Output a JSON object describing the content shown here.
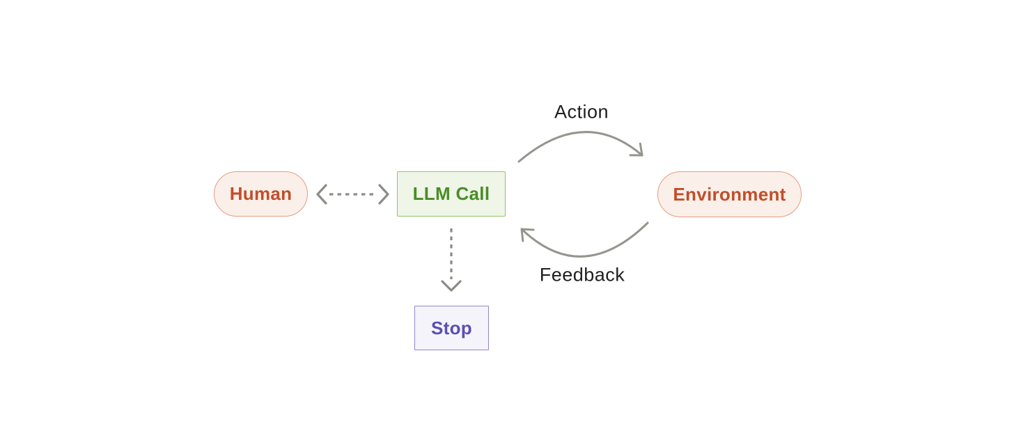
{
  "diagram": {
    "title": "agent loop: LLM call interacting with human and environment",
    "nodes": [
      {
        "id": "human",
        "label": "Human",
        "shape": "pill"
      },
      {
        "id": "llm_call",
        "label": "LLM Call",
        "shape": "rect"
      },
      {
        "id": "environment",
        "label": "Environment",
        "shape": "pill"
      },
      {
        "id": "stop",
        "label": "Stop",
        "shape": "rect"
      }
    ],
    "edges": [
      {
        "from": "human",
        "to": "llm_call",
        "style": "dashed",
        "direction": "both",
        "label": ""
      },
      {
        "from": "llm_call",
        "to": "environment",
        "style": "solid-curved",
        "direction": "forward",
        "label": "Action"
      },
      {
        "from": "environment",
        "to": "llm_call",
        "style": "solid-curved",
        "direction": "forward",
        "label": "Feedback"
      },
      {
        "from": "llm_call",
        "to": "stop",
        "style": "dashed",
        "direction": "down",
        "label": ""
      }
    ]
  },
  "colors": {
    "human_bg": "#FBEFE9",
    "human_border": "#E59C80",
    "human_text": "#C14E2B",
    "green_bg": "#EFF5E7",
    "green_border": "#94C465",
    "green_text": "#4A8D26",
    "stop_bg": "#F5F4FA",
    "stop_border": "#9187CE",
    "stop_text": "#5C4EB4",
    "arrow": "#95958F",
    "dashed_arrow": "#8C8C86",
    "label_text": "#1F1F1F",
    "canvas_bg": "#FFFFFF"
  }
}
